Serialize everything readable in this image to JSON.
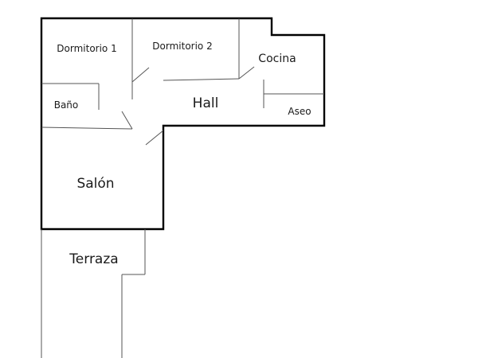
{
  "rooms": {
    "dormitorio1": "Dormitorio 1",
    "dormitorio2": "Dormitorio 2",
    "cocina": "Cocina",
    "hall": "Hall",
    "bano": "Baño",
    "aseo": "Aseo",
    "salon": "Salón",
    "terraza": "Terraza"
  },
  "colors": {
    "outer_wall": "#000000",
    "inner_wall": "#555555",
    "text": "#1a1a1a",
    "background": "#ffffff"
  }
}
